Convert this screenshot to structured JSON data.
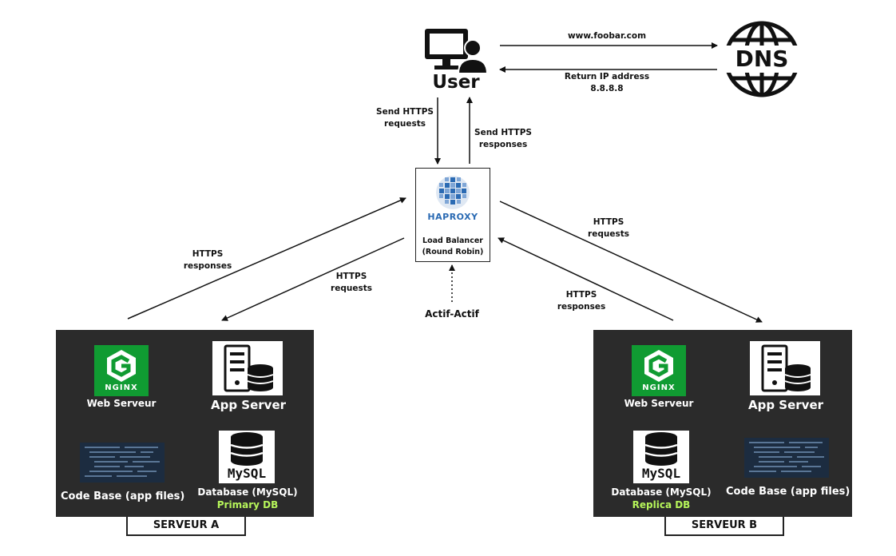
{
  "user": {
    "label": "User",
    "icon": "user-computer-icon"
  },
  "dns": {
    "label": "DNS",
    "icon": "globe-icon"
  },
  "dns_request": "www.foobar.com",
  "dns_response": {
    "line1": "Return IP address",
    "line2": "8.8.8.8"
  },
  "lb_link": {
    "request": {
      "line1": "Send HTTPS",
      "line2": "requests"
    },
    "response": {
      "line1": "Send HTTPS",
      "line2": "responses"
    }
  },
  "load_balancer": {
    "logo_text": "HAPROXY",
    "line1": "Load Balancer",
    "line2": "(Round Robin)"
  },
  "mode": "Actif-Actif",
  "links_a": {
    "response": {
      "line1": "HTTPS",
      "line2": "responses"
    },
    "request": {
      "line1": "HTTPS",
      "line2": "requests"
    }
  },
  "links_b": {
    "request": {
      "line1": "HTTPS",
      "line2": "requests"
    },
    "response": {
      "line1": "HTTPS",
      "line2": "responses"
    }
  },
  "server_a": {
    "name": "SERVEUR A",
    "web_server": {
      "logo_text": "NGINX",
      "label": "Web Serveur"
    },
    "app_server": {
      "label": "App Server"
    },
    "code_base": {
      "label": "Code Base (app files)"
    },
    "database": {
      "logo_text": "MySQL",
      "label": "Database (MySQL)",
      "role": "Primary DB"
    }
  },
  "server_b": {
    "name": "SERVEUR B",
    "web_server": {
      "logo_text": "NGINX",
      "label": "Web Serveur"
    },
    "app_server": {
      "label": "App Server"
    },
    "code_base": {
      "label": "Code Base (app files)"
    },
    "database": {
      "logo_text": "MySQL",
      "label": "Database (MySQL)",
      "role": "Replica DB"
    }
  },
  "colors": {
    "nginx_green": "#109b32",
    "server_bg": "#2b2b2b",
    "db_role_green": "#b6f55a",
    "haproxy_blue": "#2a6ab3"
  }
}
